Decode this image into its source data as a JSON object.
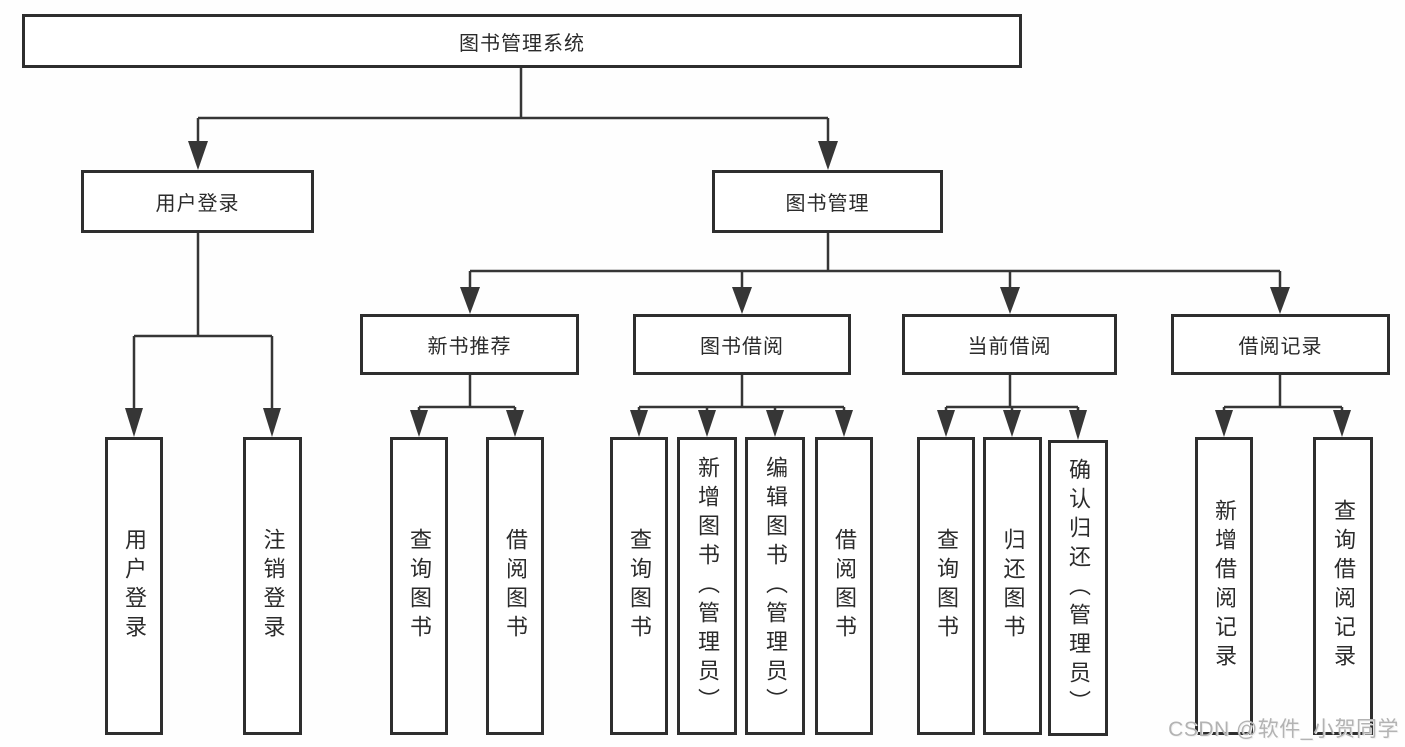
{
  "diagram_title": "图书管理系统",
  "nodes": {
    "root": "图书管理系统",
    "user_login": "用户登录",
    "book_mgmt": "图书管理",
    "new_book_rec": "新书推荐",
    "book_borrow": "图书借阅",
    "current_borrow": "当前借阅",
    "borrow_records": "借阅记录",
    "leaf_user_login": "用户登录",
    "leaf_logout": "注销登录",
    "leaf_query_books_rec": "查询图书",
    "leaf_borrow_books_rec": "借阅图书",
    "leaf_query_books_borrow": "查询图书",
    "leaf_add_books_admin": "新增图书（管理员）",
    "leaf_edit_books_admin": "编辑图书（管理员）",
    "leaf_borrow_books_borrow": "借阅图书",
    "leaf_query_books_current": "查询图书",
    "leaf_return_books": "归还图书",
    "leaf_confirm_return_admin": "确认归还（管理员）",
    "leaf_add_borrow_record": "新增借阅记录",
    "leaf_query_borrow_record": "查询借阅记录"
  },
  "hierarchy": {
    "图书管理系统": {
      "用户登录": [
        "用户登录",
        "注销登录"
      ],
      "图书管理": {
        "新书推荐": [
          "查询图书",
          "借阅图书"
        ],
        "图书借阅": [
          "查询图书",
          "新增图书（管理员）",
          "编辑图书（管理员）",
          "借阅图书"
        ],
        "当前借阅": [
          "查询图书",
          "归还图书",
          "确认归还（管理员）"
        ],
        "借阅记录": [
          "新增借阅记录",
          "查询借阅记录"
        ]
      }
    }
  },
  "watermark": "CSDN @软件_小贺同学",
  "colors": {
    "line": "#363636",
    "box_border": "#2e2e2e",
    "text": "#2b2b2b",
    "background": "#fefefe",
    "watermark": "#b3b3b3"
  }
}
